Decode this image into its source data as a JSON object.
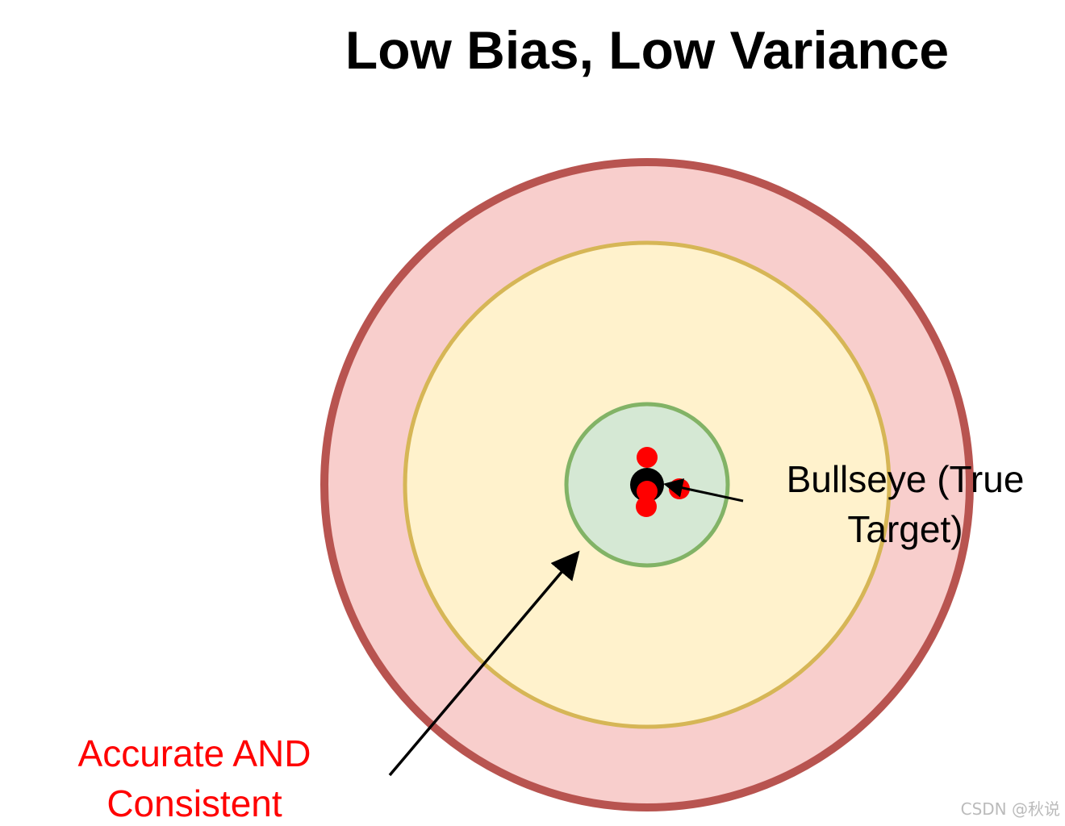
{
  "title": "Low Bias, Low Variance",
  "bullseye_label": {
    "line1": "Bullseye (True",
    "line2": "Target)"
  },
  "callout_label": {
    "line1": "Accurate AND",
    "line2": "Consistent"
  },
  "watermark": "CSDN @秋说",
  "colors": {
    "title": "#000000",
    "outer_ring_fill": "#f8cecc",
    "outer_ring_stroke": "#b85450",
    "middle_ring_fill": "#fff2cc",
    "middle_ring_stroke": "#d6b656",
    "inner_ring_fill": "#d5e8d4",
    "inner_ring_stroke": "#82b366",
    "target_dot": "#000000",
    "hit_dots": "#ff0000",
    "callout_text": "#ff0000",
    "bullseye_text": "#000000",
    "watermark": "#bbbbbb"
  }
}
